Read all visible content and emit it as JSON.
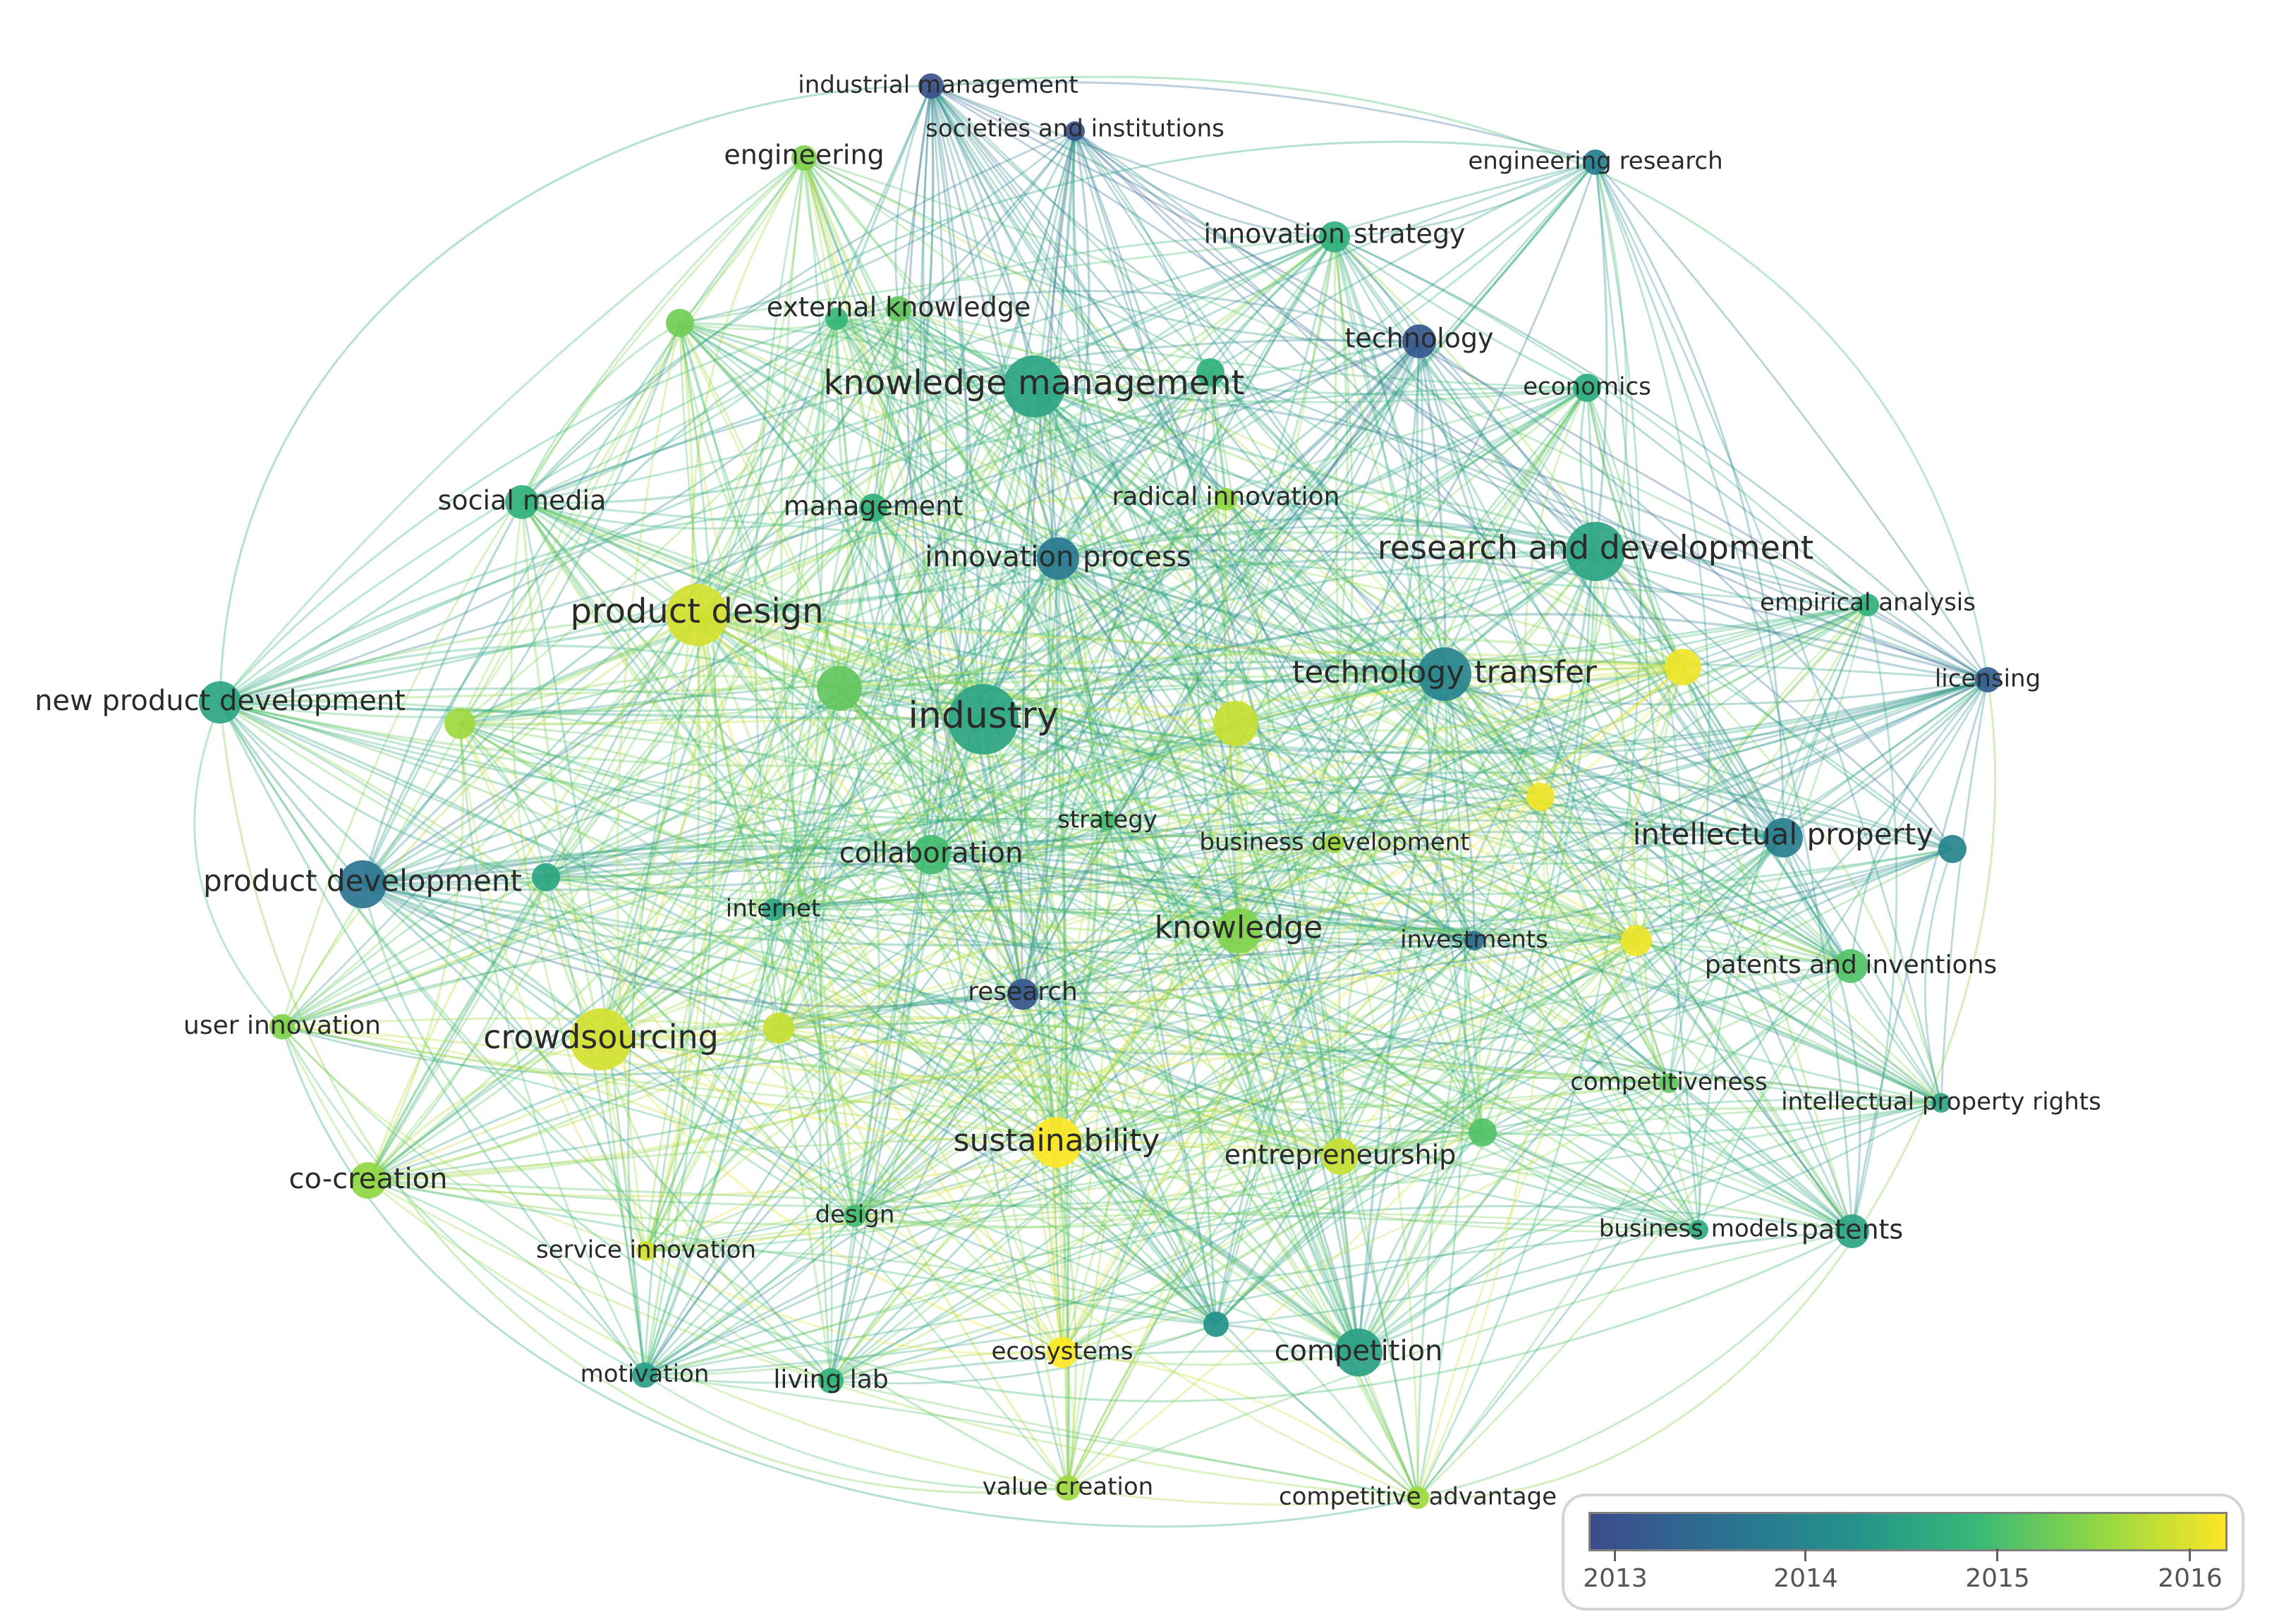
{
  "colors": {
    "c2013": "#3b4b8c",
    "c2014": "#2c6f92",
    "c2015": "#35b779",
    "c2016": "#fde725"
  },
  "legend": {
    "ticks": [
      "2013",
      "2014",
      "2015",
      "2016"
    ]
  },
  "nodes": [
    {
      "id": "industrial_management",
      "label": "industrial management",
      "year": 2013.1
    },
    {
      "id": "societies_and_institutions",
      "label": "societies and institutions",
      "year": 2013.1
    },
    {
      "id": "engineering",
      "label": "engineering",
      "year": 2015.4
    },
    {
      "id": "engineering_research",
      "label": "engineering research",
      "year": 2013.9
    },
    {
      "id": "innovation_strategy",
      "label": "innovation strategy",
      "year": 2014.8
    },
    {
      "id": "external_knowledge",
      "label": "external knowledge",
      "year": 2015.2
    },
    {
      "id": "technology",
      "label": "technology",
      "year": 2013.2
    },
    {
      "id": "knowledge_management",
      "label": "knowledge management",
      "year": 2014.6
    },
    {
      "id": "economics",
      "label": "economics",
      "year": 2014.7
    },
    {
      "id": "social_media",
      "label": "social media",
      "year": 2014.8
    },
    {
      "id": "management",
      "label": "management",
      "year": 2014.8
    },
    {
      "id": "radical_innovation",
      "label": "radical innovation",
      "year": 2015.5
    },
    {
      "id": "innovation_process",
      "label": "innovation process",
      "year": 2013.8
    },
    {
      "id": "research_and_development",
      "label": "research and development",
      "year": 2014.6
    },
    {
      "id": "empirical_analysis",
      "label": "empirical analysis",
      "year": 2014.8
    },
    {
      "id": "product_design",
      "label": "product design",
      "year": 2016.0
    },
    {
      "id": "licensing",
      "label": "licensing",
      "year": 2013.3
    },
    {
      "id": "new_product_development",
      "label": "new product development",
      "year": 2014.6
    },
    {
      "id": "industry",
      "label": "industry",
      "year": 2014.6
    },
    {
      "id": "technology_transfer",
      "label": "technology transfer",
      "year": 2014.0
    },
    {
      "id": "strategy",
      "label": "strategy",
      "year": 2015.0
    },
    {
      "id": "business_development",
      "label": "business development",
      "year": 2015.6
    },
    {
      "id": "intellectual_property",
      "label": "intellectual property",
      "year": 2013.9
    },
    {
      "id": "collaboration",
      "label": "collaboration",
      "year": 2015.0
    },
    {
      "id": "product_development",
      "label": "product development",
      "year": 2013.7
    },
    {
      "id": "internet",
      "label": "internet",
      "year": 2014.6
    },
    {
      "id": "knowledge",
      "label": "knowledge",
      "year": 2015.4
    },
    {
      "id": "investments",
      "label": "investments",
      "year": 2013.6
    },
    {
      "id": "patents_and_inventions",
      "label": "patents and inventions",
      "year": 2015.1
    },
    {
      "id": "research",
      "label": "research",
      "year": 2013.2
    },
    {
      "id": "user_innovation",
      "label": "user innovation",
      "year": 2015.4
    },
    {
      "id": "crowdsourcing",
      "label": "crowdsourcing",
      "year": 2016.0
    },
    {
      "id": "competitiveness",
      "label": "competitiveness",
      "year": 2015.2
    },
    {
      "id": "intellectual_property_rights",
      "label": "intellectual property rights",
      "year": 2014.6
    },
    {
      "id": "sustainability",
      "label": "sustainability",
      "year": 2016.3
    },
    {
      "id": "entrepreneurship",
      "label": "entrepreneurship",
      "year": 2015.9
    },
    {
      "id": "co_creation",
      "label": "co-creation",
      "year": 2015.5
    },
    {
      "id": "design",
      "label": "design",
      "year": 2015.0
    },
    {
      "id": "service_innovation",
      "label": "service innovation",
      "year": 2016.0
    },
    {
      "id": "business_models",
      "label": "business models",
      "year": 2014.7
    },
    {
      "id": "patents",
      "label": "patents",
      "year": 2014.6
    },
    {
      "id": "competition",
      "label": "competition",
      "year": 2014.5
    },
    {
      "id": "ecosystems",
      "label": "ecosystems",
      "year": 2016.3
    },
    {
      "id": "motivation",
      "label": "motivation",
      "year": 2014.5
    },
    {
      "id": "living_lab",
      "label": "living lab",
      "year": 2014.8
    },
    {
      "id": "value_creation",
      "label": "value creation",
      "year": 2015.6
    },
    {
      "id": "competitive_advantage",
      "label": "competitive advantage",
      "year": 2015.6
    },
    {
      "id": "u1",
      "label": "",
      "year": 2015.3
    },
    {
      "id": "u2",
      "label": "",
      "year": 2014.9
    },
    {
      "id": "u3",
      "label": "",
      "year": 2014.8
    },
    {
      "id": "u4",
      "label": "",
      "year": 2015.6
    },
    {
      "id": "u5",
      "label": "",
      "year": 2015.2
    },
    {
      "id": "u6",
      "label": "",
      "year": 2014.6
    },
    {
      "id": "u7",
      "label": "",
      "year": 2015.9
    },
    {
      "id": "u8",
      "label": "",
      "year": 2016.2
    },
    {
      "id": "u9",
      "label": "",
      "year": 2016.2
    },
    {
      "id": "u10",
      "label": "",
      "year": 2015.9
    },
    {
      "id": "u11",
      "label": "",
      "year": 2016.2
    },
    {
      "id": "u12",
      "label": "",
      "year": 2015.1
    },
    {
      "id": "u13",
      "label": "",
      "year": 2014.3
    },
    {
      "id": "u14",
      "label": "",
      "year": 2014.0
    }
  ]
}
